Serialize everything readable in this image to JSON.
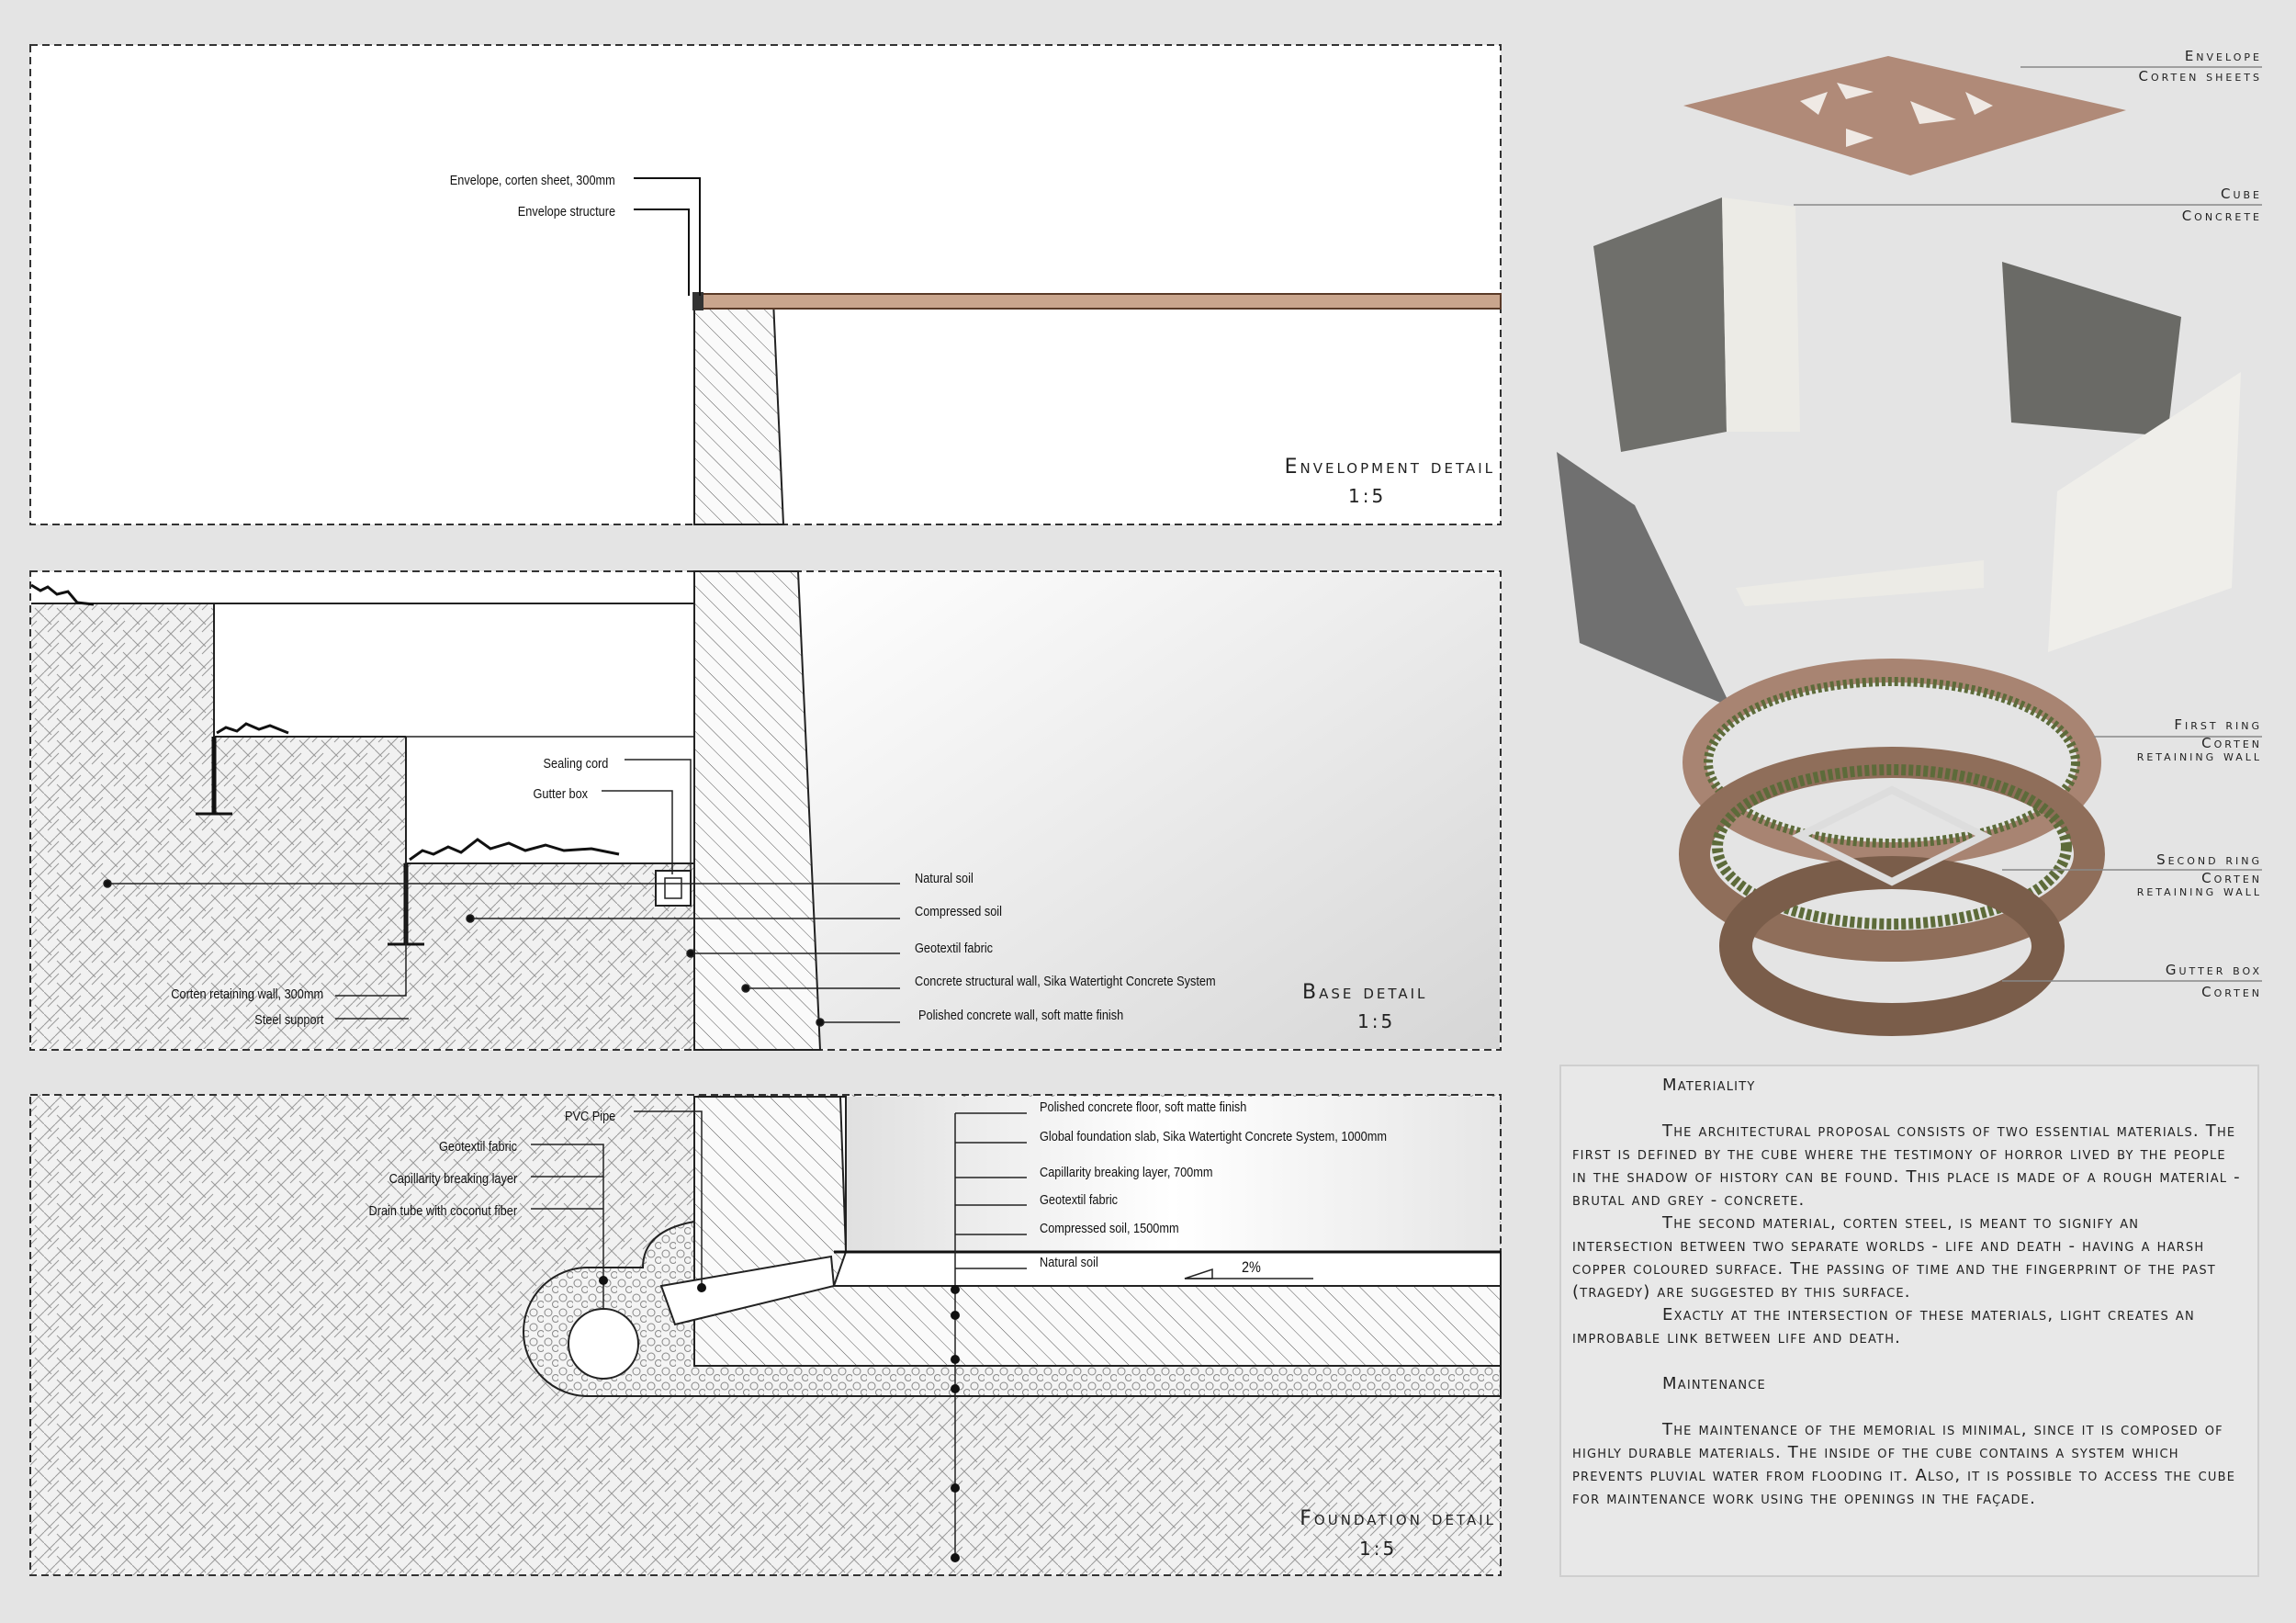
{
  "envelopment_detail": {
    "title": "Envelopment detail",
    "scale": "1:5",
    "labels": [
      "Envelope, corten sheet, 300mm",
      "Envelope structure"
    ]
  },
  "base_detail": {
    "title": "Base detail",
    "scale": "1:5",
    "right_labels": [
      "Natural soil",
      "Compressed soil",
      "Geotextil fabric",
      "Concrete structural wall, Sika Watertight Concrete System",
      "Polished concrete wall, soft matte finish"
    ],
    "left_labels": [
      "Corten retaining wall, 300mm",
      "Steel support"
    ],
    "gutter_labels": [
      "Sealing cord",
      "Gutter box"
    ]
  },
  "foundation_detail": {
    "title": "Foundation detail",
    "scale": "1:5",
    "right_labels": [
      "Polished concrete floor, soft matte finish",
      "Global foundation slab, Sika Watertight Concrete System, 1000mm",
      "Capillarity breaking layer, 700mm",
      "Geotextil fabric",
      "Compressed soil, 1500mm",
      "Natural soil"
    ],
    "left_labels": [
      "Geotextil fabric",
      "Capillarity breaking layer",
      "Drain tube with coconut fiber"
    ],
    "pipe_label": "PVC Pipe",
    "slope": "2%"
  },
  "axonometry": {
    "colors": {
      "corten": "#b08a78",
      "concrete": "#6e6e6a",
      "white_concrete": "#efefea",
      "grass": "#5d6b3a"
    },
    "labels": [
      {
        "name": "Envelope",
        "material": "Corten sheets"
      },
      {
        "name": "Cube",
        "material": "Concrete"
      },
      {
        "name": "First ring",
        "material": "Corten retaining wall"
      },
      {
        "name": "Second ring",
        "material": "Corten retaining wall"
      },
      {
        "name": "Gutter box",
        "material": "Corten"
      }
    ]
  },
  "text": {
    "materiality_heading": "Materiality",
    "materiality_paragraphs": [
      "The architectural proposal consists of two essential materials. The first is defined by the cube where the testimony of horror lived by the people in the shadow of history can be found. This place is made of a rough material - brutal and grey - concrete.",
      "The second material, corten steel, is meant to signify an intersection between two separate worlds - life and death - having a harsh copper coloured surface. The passing of time and the   fingerprint of the past (tragedy) are suggested by this surface.",
      "Exactly at the intersection of these materials, light creates an improbable link between life and death."
    ],
    "maintenance_heading": "Maintenance",
    "maintenance_paragraphs": [
      "The maintenance of the memorial is minimal, since it is composed of highly durable materials. The inside of the cube contains a system which prevents pluvial water from flooding it. Also, it is possible to access the cube for maintenance work using the openings in the façade."
    ]
  }
}
